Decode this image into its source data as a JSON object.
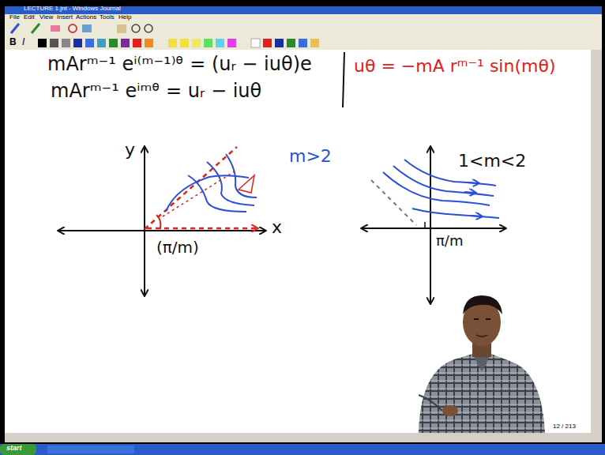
{
  "diagram": {
    "labels": [
      "LECTURE 1.jnt - Windows Journal",
      "File",
      "Edit",
      "View",
      "Insert",
      "Actions",
      "Tools",
      "Help",
      "B",
      "I",
      "mArᵐ⁻¹ eⁱ⁽ᵐ⁻¹⁾ᶿ = (uᵣ − iuθ)e",
      "mArᵐ⁻¹ eⁱᵐᶿ = uᵣ − iuθ",
      "uθ = −mA rᵐ⁻¹ sin(mθ)",
      "y",
      "x",
      "m>2",
      "(π/m)",
      "1<m<2",
      "π/m",
      "12 / 213",
      "start"
    ]
  }
}
